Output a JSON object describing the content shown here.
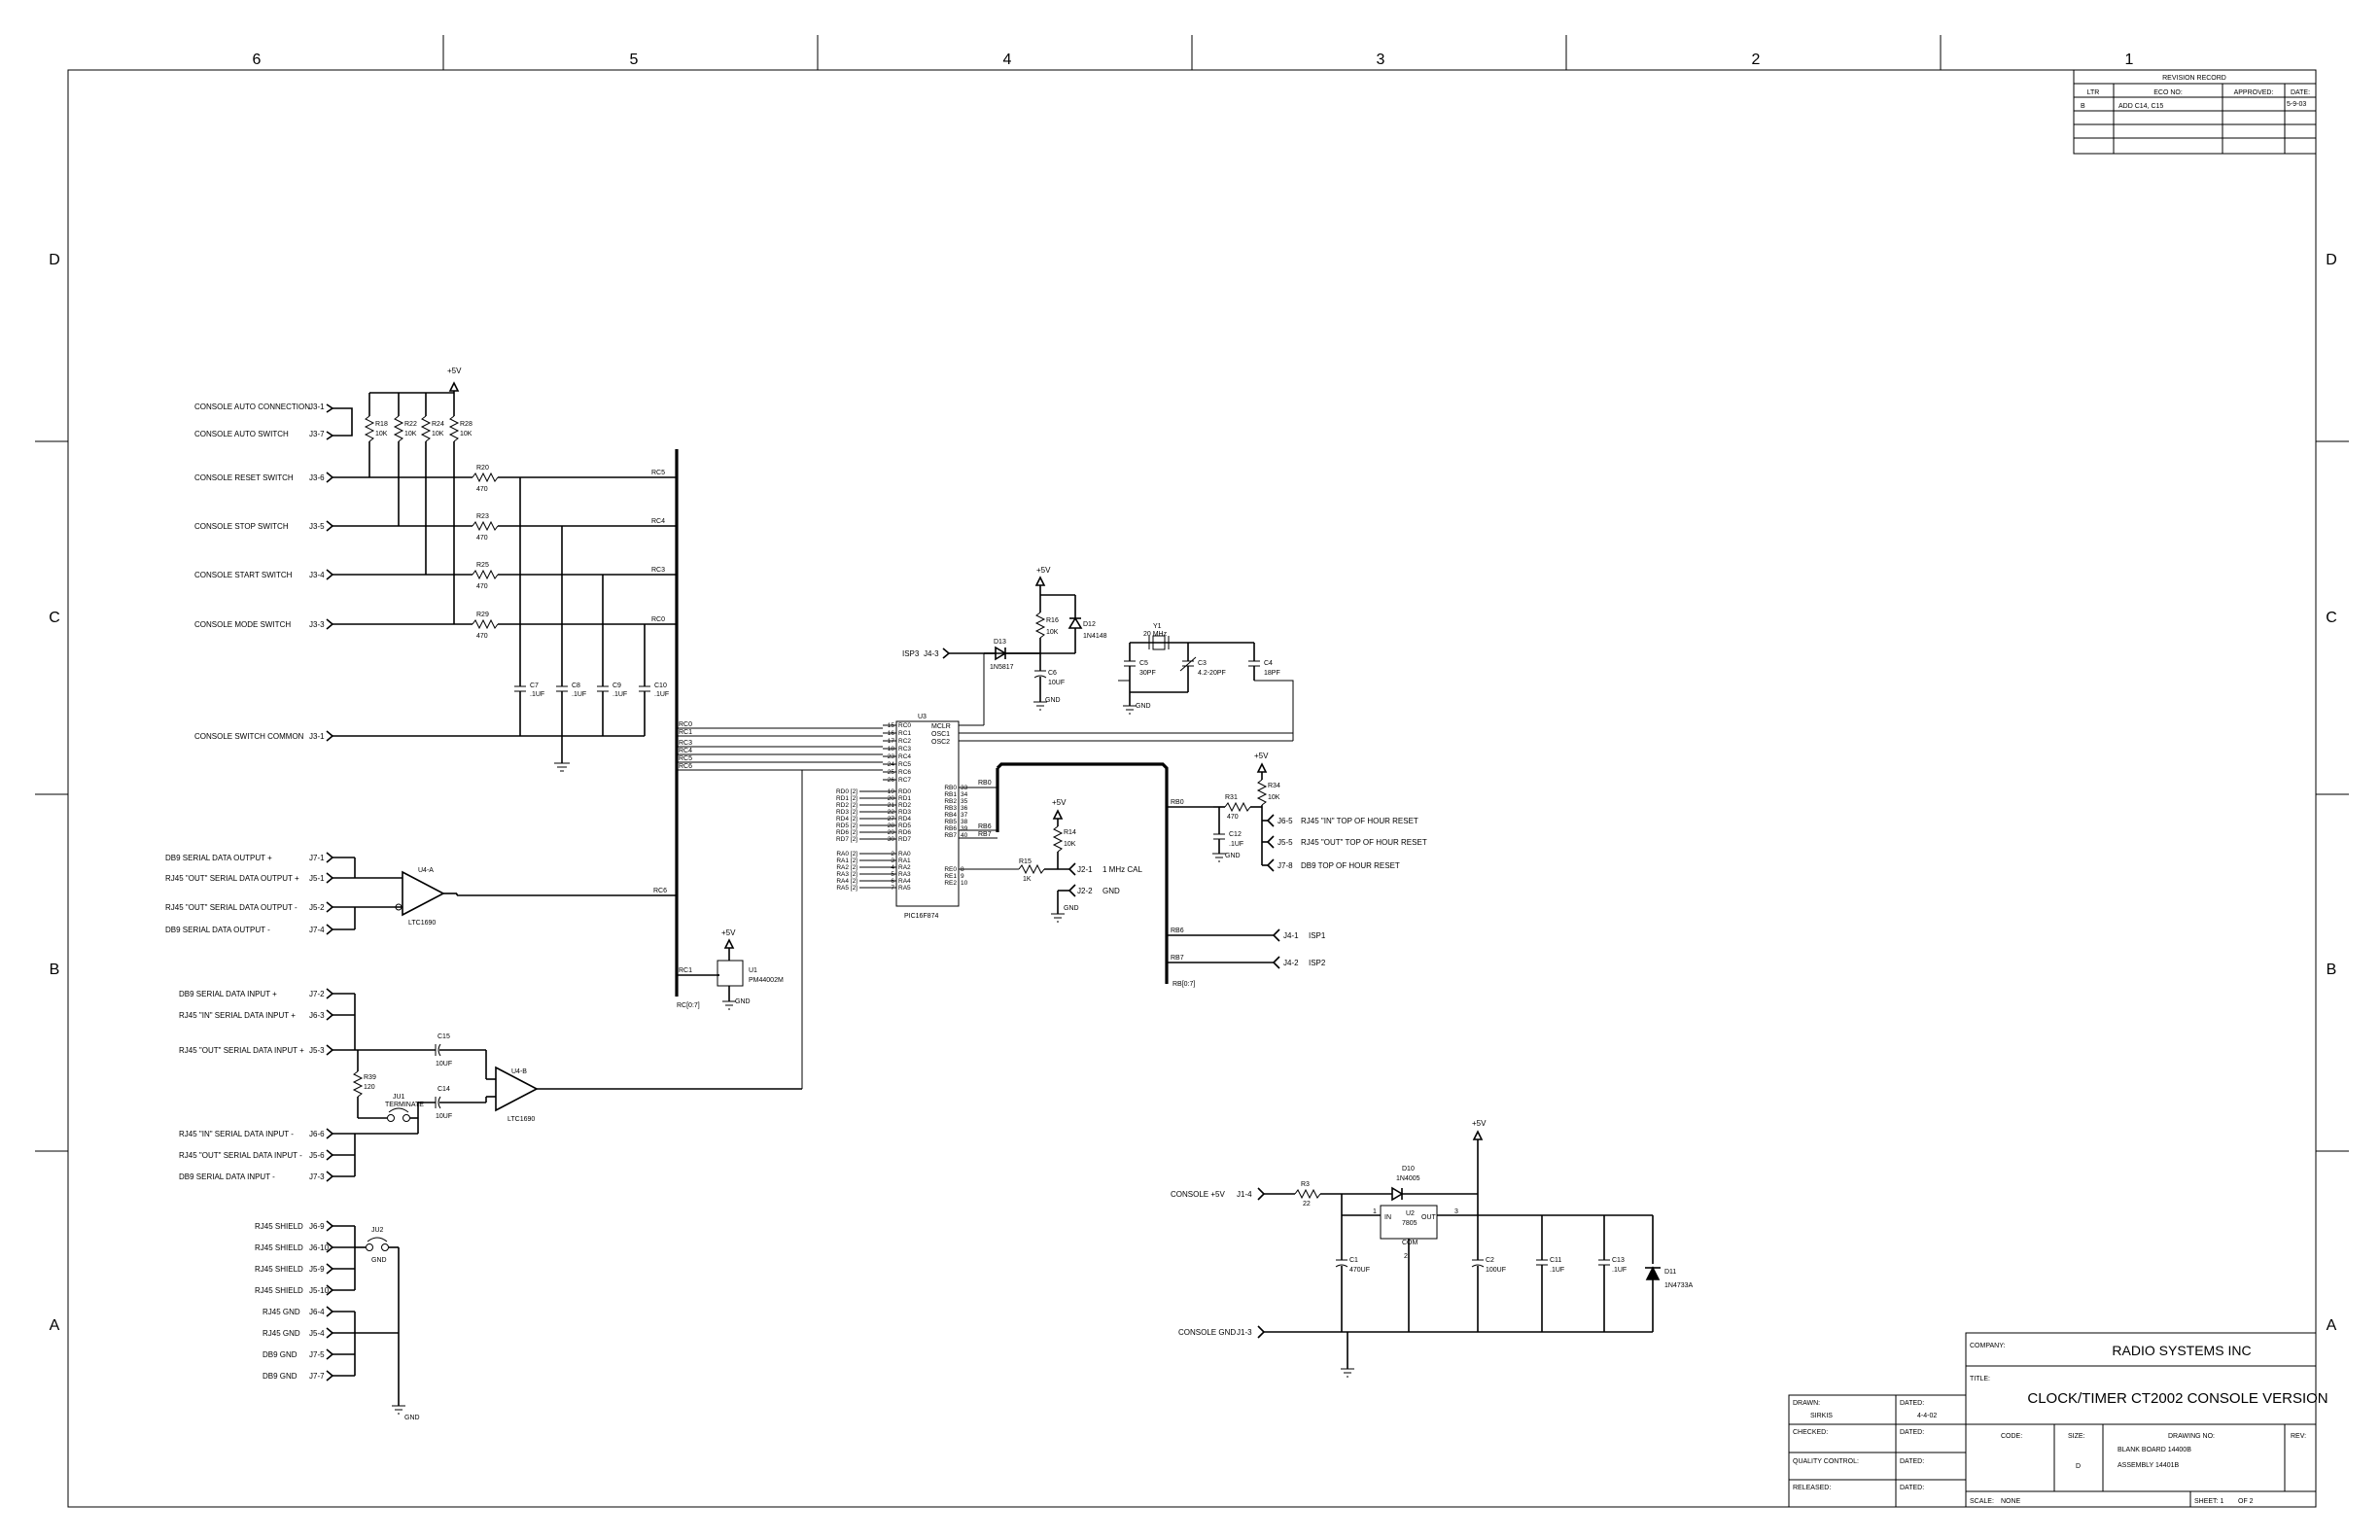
{
  "zones": {
    "columns": [
      "6",
      "5",
      "4",
      "3",
      "2",
      "1"
    ],
    "rows": [
      "D",
      "C",
      "B",
      "A"
    ]
  },
  "revision_record": {
    "title": "REVISION RECORD",
    "headers": [
      "LTR",
      "ECO NO:",
      "APPROVED:",
      "DATE:"
    ],
    "rows": [
      [
        "B",
        "ADD C14, C15",
        "",
        "5-9-03"
      ]
    ]
  },
  "title_block": {
    "company_label": "COMPANY:",
    "company": "RADIO SYSTEMS INC",
    "title_label": "TITLE:",
    "title": "CLOCK/TIMER CT2002 CONSOLE VERSION",
    "drawn_label": "DRAWN:",
    "drawn": "SIRKIS",
    "dated_label": "DATED:",
    "drawn_date": "4-4-02",
    "checked_label": "CHECKED:",
    "qc_label": "QUALITY CONTROL:",
    "released_label": "RELEASED:",
    "code_label": "CODE:",
    "size_label": "SIZE:",
    "size": "D",
    "drawing_no_label": "DRAWING NO:",
    "drawing_no_1": "BLANK BOARD 14400B",
    "drawing_no_2": "ASSEMBLY 14401B",
    "rev_label": "REV:",
    "scale_label": "SCALE:",
    "scale": "NONE",
    "sheet": "SHEET: 1",
    "of": "OF 2"
  },
  "connectors": {
    "auto_conn": {
      "label": "CONSOLE AUTO CONNECTION",
      "pin": "J3-1"
    },
    "auto_sw": {
      "label": "CONSOLE AUTO SWITCH",
      "pin": "J3-7"
    },
    "reset_sw": {
      "label": "CONSOLE RESET SWITCH",
      "pin": "J3-6"
    },
    "stop_sw": {
      "label": "CONSOLE STOP SWITCH",
      "pin": "J3-5"
    },
    "start_sw": {
      "label": "CONSOLE START SWITCH",
      "pin": "J3-4"
    },
    "mode_sw": {
      "label": "CONSOLE MODE SWITCH",
      "pin": "J3-3"
    },
    "sw_common": {
      "label": "CONSOLE SWITCH COMMON",
      "pin": "J3-1"
    },
    "db9_out_p": {
      "label": "DB9 SERIAL DATA OUTPUT +",
      "pin": "J7-1"
    },
    "rj45_out_p": {
      "label": "RJ45 \"OUT\" SERIAL DATA OUTPUT +",
      "pin": "J5-1"
    },
    "rj45_out_m": {
      "label": "RJ45 \"OUT\" SERIAL DATA OUTPUT -",
      "pin": "J5-2"
    },
    "db9_out_m": {
      "label": "DB9 SERIAL DATA OUTPUT -",
      "pin": "J7-4"
    },
    "db9_in_p": {
      "label": "DB9 SERIAL DATA INPUT +",
      "pin": "J7-2"
    },
    "rj45_in_in_p": {
      "label": "RJ45 \"IN\" SERIAL DATA INPUT +",
      "pin": "J6-3"
    },
    "rj45_out_in_p": {
      "label": "RJ45 \"OUT\" SERIAL DATA INPUT +",
      "pin": "J5-3"
    },
    "rj45_in_in_m": {
      "label": "RJ45 \"IN\" SERIAL DATA INPUT -",
      "pin": "J6-6"
    },
    "rj45_out_in_m": {
      "label": "RJ45 \"OUT\" SERIAL DATA INPUT -",
      "pin": "J5-6"
    },
    "db9_in_m": {
      "label": "DB9 SERIAL DATA INPUT -",
      "pin": "J7-3"
    },
    "shield1": {
      "label": "RJ45 SHIELD",
      "pin": "J6-9"
    },
    "shield2": {
      "label": "RJ45 SHIELD",
      "pin": "J6-10"
    },
    "shield3": {
      "label": "RJ45 SHIELD",
      "pin": "J5-9"
    },
    "shield4": {
      "label": "RJ45 SHIELD",
      "pin": "J5-10"
    },
    "gnd1": {
      "label": "RJ45 GND",
      "pin": "J6-4"
    },
    "gnd2": {
      "label": "RJ45 GND",
      "pin": "J5-4"
    },
    "gnd3": {
      "label": "DB9 GND",
      "pin": "J7-5"
    },
    "gnd4": {
      "label": "DB9 GND",
      "pin": "J7-7"
    },
    "isp3": {
      "label": "ISP3",
      "pin": "J4-3"
    },
    "isp1": {
      "label": "ISP1",
      "pin": "J4-1"
    },
    "isp2": {
      "label": "ISP2",
      "pin": "J4-2"
    },
    "rj45_in_tohr": {
      "label": "RJ45 \"IN\" TOP OF HOUR RESET",
      "pin": "J6-5"
    },
    "rj45_out_tohr": {
      "label": "RJ45 \"OUT\" TOP OF HOUR RESET",
      "pin": "J5-5"
    },
    "db9_tohr": {
      "label": "DB9 TOP OF HOUR RESET",
      "pin": "J7-8"
    },
    "cal": {
      "label": "1 MHz CAL",
      "pin": "J2-1"
    },
    "cal_gnd": {
      "label": "GND",
      "pin": "J2-2"
    },
    "console_p5": {
      "label": "CONSOLE +5V",
      "pin": "J1-4"
    },
    "console_gnd": {
      "label": "CONSOLE GND",
      "pin": "J1-3"
    }
  },
  "components": {
    "r18": [
      "R18",
      "10K"
    ],
    "r22": [
      "R22",
      "10K"
    ],
    "r24": [
      "R24",
      "10K"
    ],
    "r28": [
      "R28",
      "10K"
    ],
    "r20": [
      "R20",
      "470"
    ],
    "r23": [
      "R23",
      "470"
    ],
    "r25": [
      "R25",
      "470"
    ],
    "r29": [
      "R29",
      "470"
    ],
    "c7": [
      "C7",
      ".1UF"
    ],
    "c8": [
      "C8",
      ".1UF"
    ],
    "c9": [
      "C9",
      ".1UF"
    ],
    "c10": [
      "C10",
      ".1UF"
    ],
    "r16": [
      "R16",
      "10K"
    ],
    "d12": [
      "D12",
      "1N4148"
    ],
    "d13": [
      "D13",
      "1N5817"
    ],
    "c6": [
      "C6",
      "10UF"
    ],
    "y1": [
      "Y1",
      "20 MHz"
    ],
    "c5": [
      "C5",
      "30PF"
    ],
    "c3": [
      "C3",
      "4.2-20PF"
    ],
    "c4": [
      "C4",
      "18PF"
    ],
    "u3": [
      "U3",
      "PIC16F874"
    ],
    "r34": [
      "R34",
      "10K"
    ],
    "r31": [
      "R31",
      "470"
    ],
    "c12": [
      "C12",
      ".1UF"
    ],
    "r14": [
      "R14",
      "10K"
    ],
    "r15": [
      "R15",
      "1K"
    ],
    "u4a": [
      "U4-A",
      "LTC1690"
    ],
    "u4b": [
      "U4-B",
      "LTC1690"
    ],
    "u1": [
      "U1",
      "PM44002M"
    ],
    "c15": [
      "C15",
      "10UF"
    ],
    "c14": [
      "C14",
      "10UF"
    ],
    "r39": [
      "R39",
      "120"
    ],
    "ju1": [
      "JU1",
      "TERMINATE"
    ],
    "ju2": [
      "JU2",
      "GND"
    ],
    "r3": [
      "R3",
      "22"
    ],
    "d10": [
      "D10",
      "1N4005"
    ],
    "u2": [
      "U2",
      "7805"
    ],
    "c1": [
      "C1",
      "470UF"
    ],
    "c2": [
      "C2",
      "100UF"
    ],
    "c11": [
      "C11",
      ".1UF"
    ],
    "c13": [
      "C13",
      ".1UF"
    ],
    "d11": [
      "D11",
      "1N4733A"
    ]
  },
  "nets": {
    "p5v": "+5V",
    "gnd": "GND",
    "com": "COM",
    "in": "IN",
    "out": "OUT",
    "rc0": "RC0",
    "rc1": "RC1",
    "rc2": "RC2",
    "rc3": "RC3",
    "rc4": "RC4",
    "rc5": "RC5",
    "rc6": "RC6",
    "rc7": "RC7",
    "rb0": "RB0",
    "rb6": "RB6",
    "rb7": "RB7",
    "rcbus": "RC[0:7]",
    "rbbus": "RB[0:7]",
    "osc2": "OSC2",
    "osc1": "OSC1",
    "mclr": "MCLR",
    "re0": "RE0",
    "re1": "RE1",
    "re2": "RE2"
  },
  "u3_pins": {
    "rc": [
      [
        "15",
        "RC0"
      ],
      [
        "16",
        "RC1"
      ],
      [
        "17",
        "RC2"
      ],
      [
        "18",
        "RC3"
      ],
      [
        "23",
        "RC4"
      ],
      [
        "24",
        "RC5"
      ],
      [
        "25",
        "RC6"
      ],
      [
        "26",
        "RC7"
      ]
    ],
    "rd": [
      [
        "19",
        "RD0"
      ],
      [
        "20",
        "RD1"
      ],
      [
        "21",
        "RD2"
      ],
      [
        "22",
        "RD3"
      ],
      [
        "27",
        "RD4"
      ],
      [
        "28",
        "RD5"
      ],
      [
        "29",
        "RD6"
      ],
      [
        "30",
        "RD7"
      ]
    ],
    "ra": [
      [
        "2",
        "RA0"
      ],
      [
        "3",
        "RA1"
      ],
      [
        "4",
        "RA2"
      ],
      [
        "5",
        "RA3"
      ],
      [
        "6",
        "RA4"
      ],
      [
        "7",
        "RA5"
      ]
    ],
    "rb": [
      [
        "33",
        "RB0"
      ],
      [
        "34",
        "RB1"
      ],
      [
        "35",
        "RB2"
      ],
      [
        "36",
        "RB3"
      ],
      [
        "37",
        "RB4"
      ],
      [
        "38",
        "RB5"
      ],
      [
        "39",
        "RB6"
      ],
      [
        "40",
        "RB7"
      ]
    ],
    "re": [
      [
        "8",
        "RE0"
      ],
      [
        "9",
        "RE1"
      ],
      [
        "10",
        "RE2"
      ]
    ],
    "rd_ext": [
      "RD0 [2]",
      "RD1 [2]",
      "RD2 [2]",
      "RD3 [2]",
      "RD4 [2]",
      "RD5 [2]",
      "RD6 [2]",
      "RD7 [2]"
    ],
    "ra_ext": [
      "RA0 [2]",
      "RA1 [2]",
      "RA2 [2]",
      "RA3 [2]",
      "RA4 [2]",
      "RA5 [2]"
    ]
  }
}
